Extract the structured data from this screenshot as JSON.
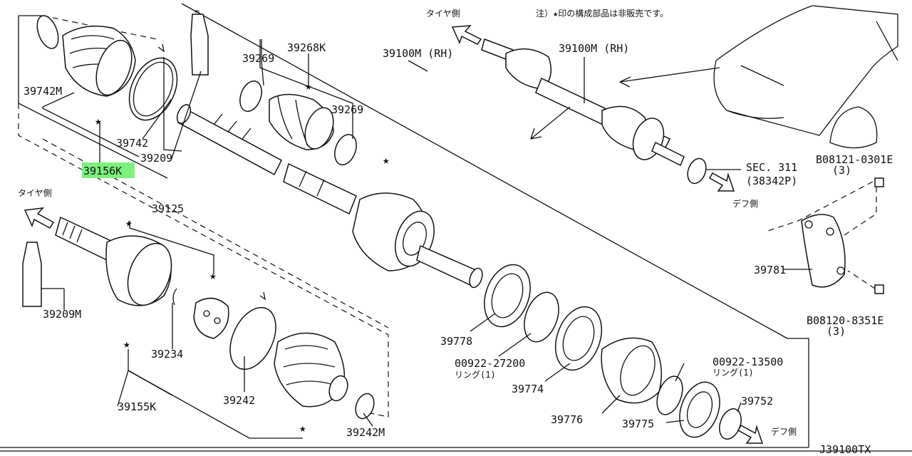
{
  "diagram_code": "J39100TX",
  "note": "注）★印の構成部品は非販売です。",
  "colors": {
    "highlight": "#7cf27c",
    "ink": "#111111"
  },
  "labels": {
    "tire_side_1": "タイヤ側",
    "tire_side_2": "タイヤ側",
    "diff_side_1": "デフ側",
    "diff_side_2": "デフ側",
    "p39742m": "39742M",
    "p39742": "39742",
    "p39209": "39209",
    "p39156k": "39156K",
    "p39269a": "39269",
    "p39268k": "39268K",
    "p39269b": "39269",
    "p39100m_rh": "39100M (RH)",
    "p39100m_rh2": "39100M (RH)",
    "sec311": "SEC. 311",
    "p38342p": "(38342P)",
    "bolt1_code": "B08121-0301E",
    "bolt1_qty": "(3)",
    "bolt2_code": "B08120-8351E",
    "bolt2_qty": "(3)",
    "p39781": "39781",
    "p39125": "39125",
    "p39209m": "39209M",
    "p39234": "39234",
    "p39155k": "39155K",
    "p39242": "39242",
    "p39242m": "39242M",
    "p39778": "39778",
    "p00922_27200": "00922-27200",
    "ring1": "リング(1)",
    "p39774": "39774",
    "p39776": "39776",
    "p00922_13500": "00922-13500",
    "ring2": "リング(1)",
    "p39775": "39775",
    "p39752": "39752"
  }
}
